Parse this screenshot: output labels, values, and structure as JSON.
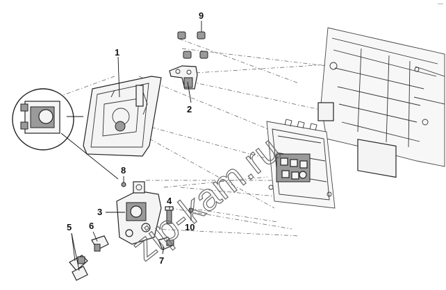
{
  "diagram": {
    "watermark": "zip-kam.ru",
    "corner_mark": "—",
    "callouts": [
      {
        "id": "1",
        "label": "1"
      },
      {
        "id": "2",
        "label": "2"
      },
      {
        "id": "3",
        "label": "3"
      },
      {
        "id": "4",
        "label": "4"
      },
      {
        "id": "5",
        "label": "5"
      },
      {
        "id": "6",
        "label": "6"
      },
      {
        "id": "7",
        "label": "7"
      },
      {
        "id": "8",
        "label": "8"
      },
      {
        "id": "9",
        "label": "9"
      },
      {
        "id": "10",
        "label": "10"
      }
    ]
  }
}
